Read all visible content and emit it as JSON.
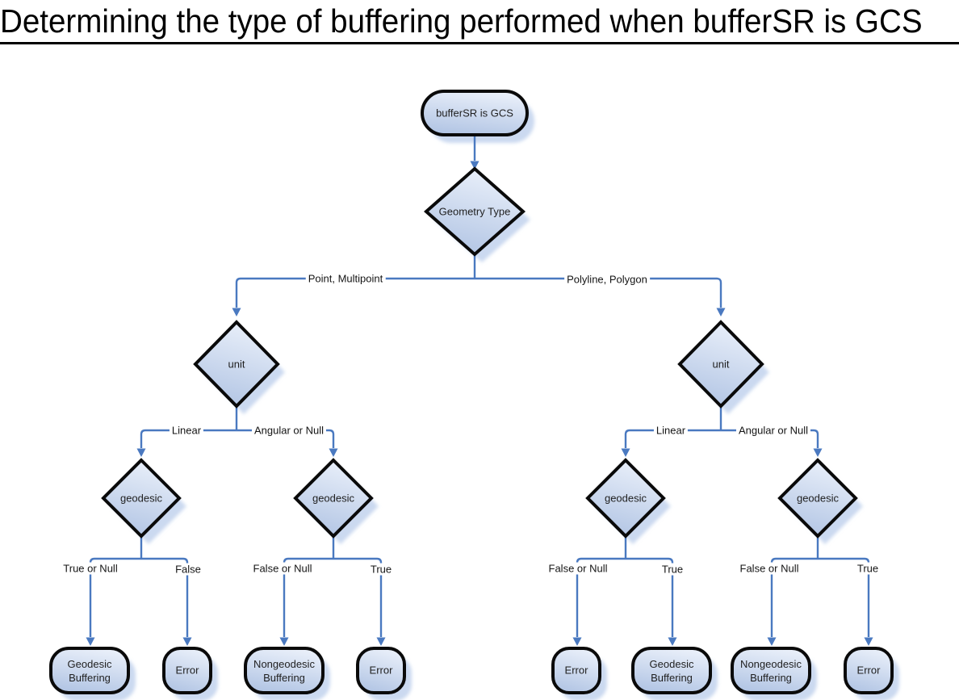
{
  "title": "Determining the type of buffering performed when bufferSR is GCS",
  "colors": {
    "connector": "#4a79c0",
    "node_border": "#0a0a0a",
    "node_fill_light": "#eaf0fa",
    "node_fill_dark": "#b2c5e4",
    "node_shadow": "#cbd9f0",
    "background": "#ffffff",
    "text": "#1f1f1f"
  },
  "nodes": {
    "start": "bufferSR is GCS",
    "geometry_type": "Geometry Type",
    "unit_left": "unit",
    "unit_right": "unit",
    "geodesic_point_linear": "geodesic",
    "geodesic_point_angular": "geodesic",
    "geodesic_poly_linear": "geodesic",
    "geodesic_poly_angular": "geodesic",
    "terminal_1": "Geodesic\nBuffering",
    "terminal_2": "Error",
    "terminal_3": "Nongeodesic\nBuffering",
    "terminal_4": "Error",
    "terminal_5": "Error",
    "terminal_6": "Geodesic\nBuffering",
    "terminal_7": "Nongeodesic\nBuffering",
    "terminal_8": "Error"
  },
  "branch_labels": {
    "geometry_left": "Point, Multipoint",
    "geometry_right": "Polyline, Polygon",
    "unit_left_linear": "Linear",
    "unit_left_angular": "Angular or Null",
    "unit_right_linear": "Linear",
    "unit_right_angular": "Angular or Null",
    "g1_left": "True or Null",
    "g1_right": "False",
    "g2_left": "False or Null",
    "g2_right": "True",
    "g3_left": "False or Null",
    "g3_right": "True",
    "g4_left": "False or Null",
    "g4_right": "True"
  }
}
